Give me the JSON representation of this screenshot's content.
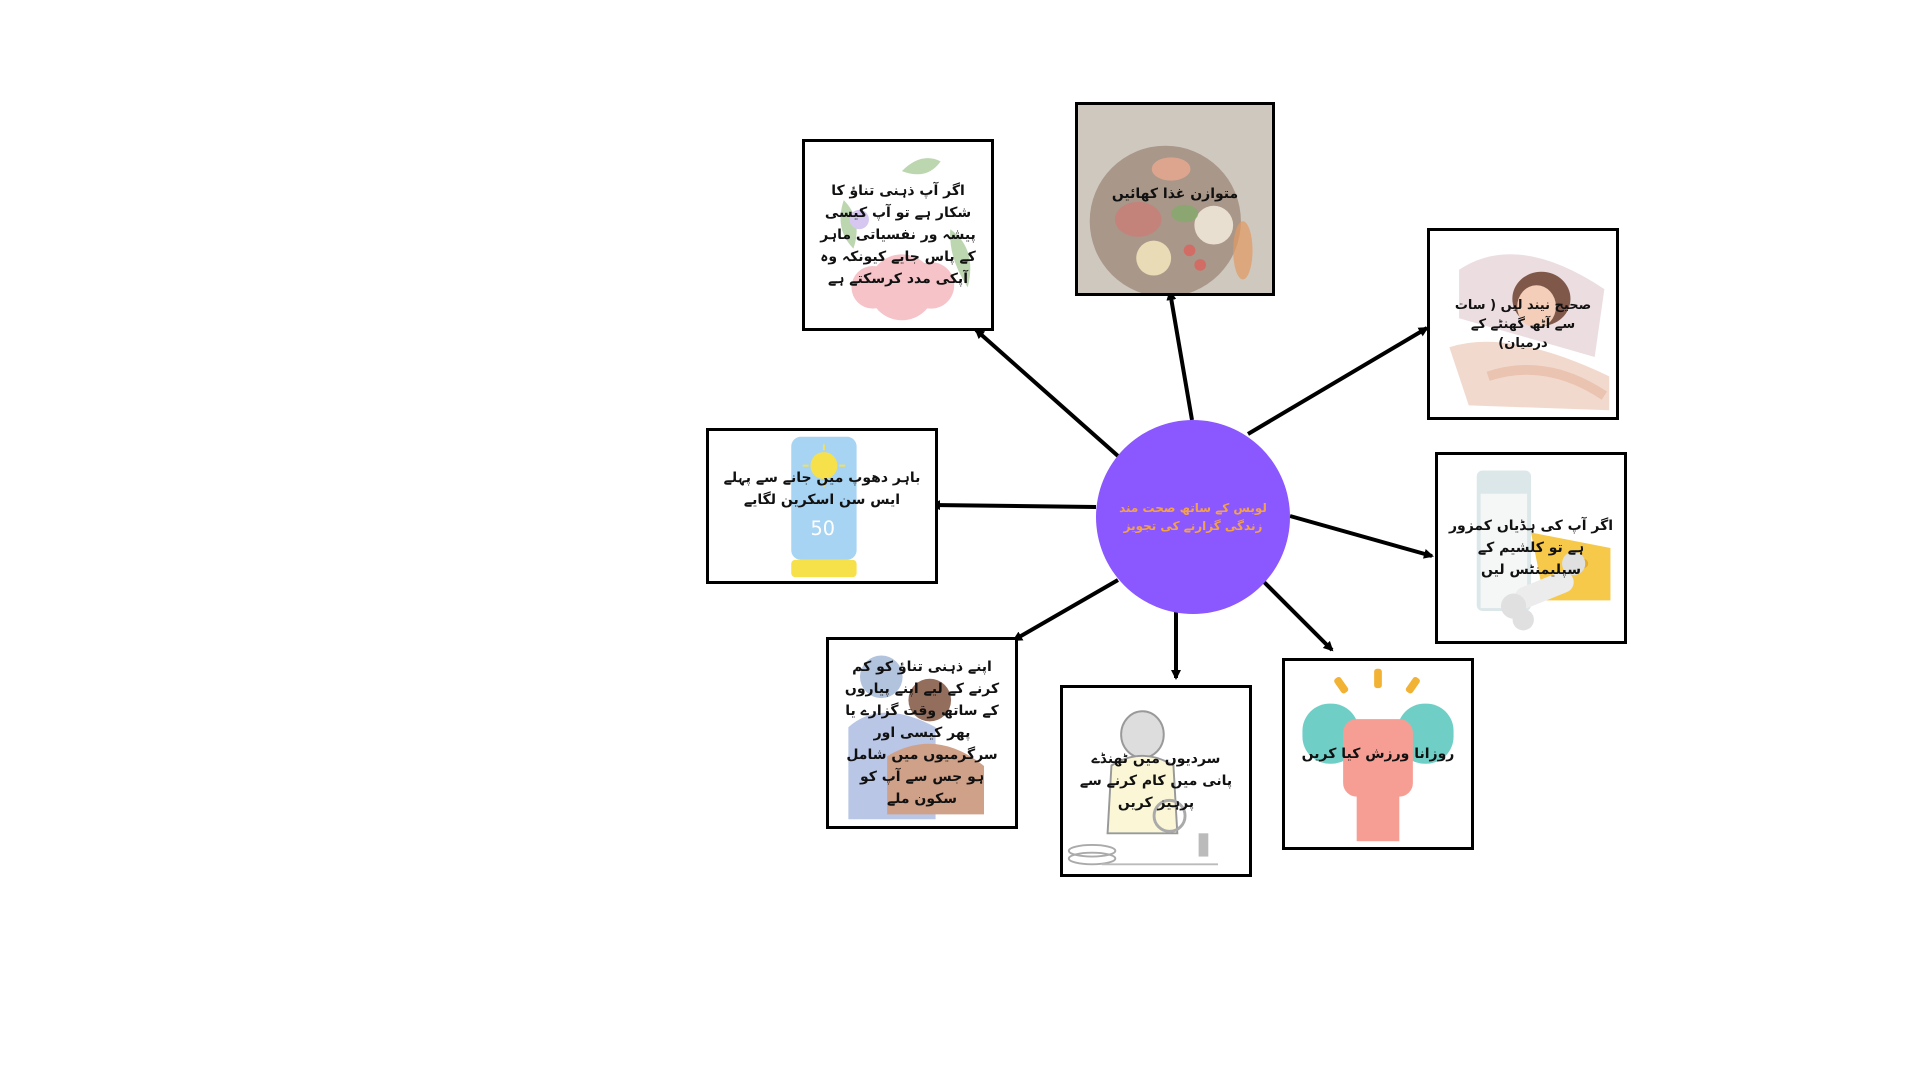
{
  "center": {
    "label": "لوبس کے ساتھ صحت مند زندگی گزارنے کی تجویز",
    "fill_color": "#8b57ff",
    "text_color": "#f3a24a"
  },
  "nodes": [
    {
      "key": "diet",
      "icon": "healthy-diet-image",
      "text": "متوازن غذا کھائیں"
    },
    {
      "key": "sleep",
      "icon": "sleeping-person-image",
      "text": "صحیح نیند لیں ( سات سے آٹھ گھنٹے کے درمیان)"
    },
    {
      "key": "calcium",
      "icon": "milk-bone-image",
      "text": "اگر آپ کی ہڈیاں کمزور ہے تو کلشیم کے سپلیمنٹس لیں"
    },
    {
      "key": "exercise",
      "icon": "dumbbell-fist-image",
      "text": "روزانا ورزش کیا کریں"
    },
    {
      "key": "cold-water",
      "icon": "dishwashing-image",
      "text": "سردیوں میں ٹھنڈے پانی میں کام کرنے سے پرہیز کریں"
    },
    {
      "key": "loved-ones",
      "icon": "hugging-people-image",
      "text": "اپنے ذہنی تناؤ کو کم کرنے کے لیے اپنے پیاروں کے ساتھ وقت گزارے یا پھر کیسی اور سرگرمیوں میں شامل ہو جس سے آپ کو سکون ملے"
    },
    {
      "key": "sunscreen",
      "icon": "sunscreen-tube-image",
      "text": "باہر دھوپ میں جانے سے پہلے ایس سن اسکرین لگایے",
      "tube_label": "50"
    },
    {
      "key": "therapist",
      "icon": "flower-image",
      "text": "اگر آپ ذہنی تناؤ کا شکار ہے تو آپ کیسی پیشہ ور نفسیاتی ماہر کے پاس جایے کیونکہ وہ آپکی مدد کرسکتے ہے"
    }
  ]
}
